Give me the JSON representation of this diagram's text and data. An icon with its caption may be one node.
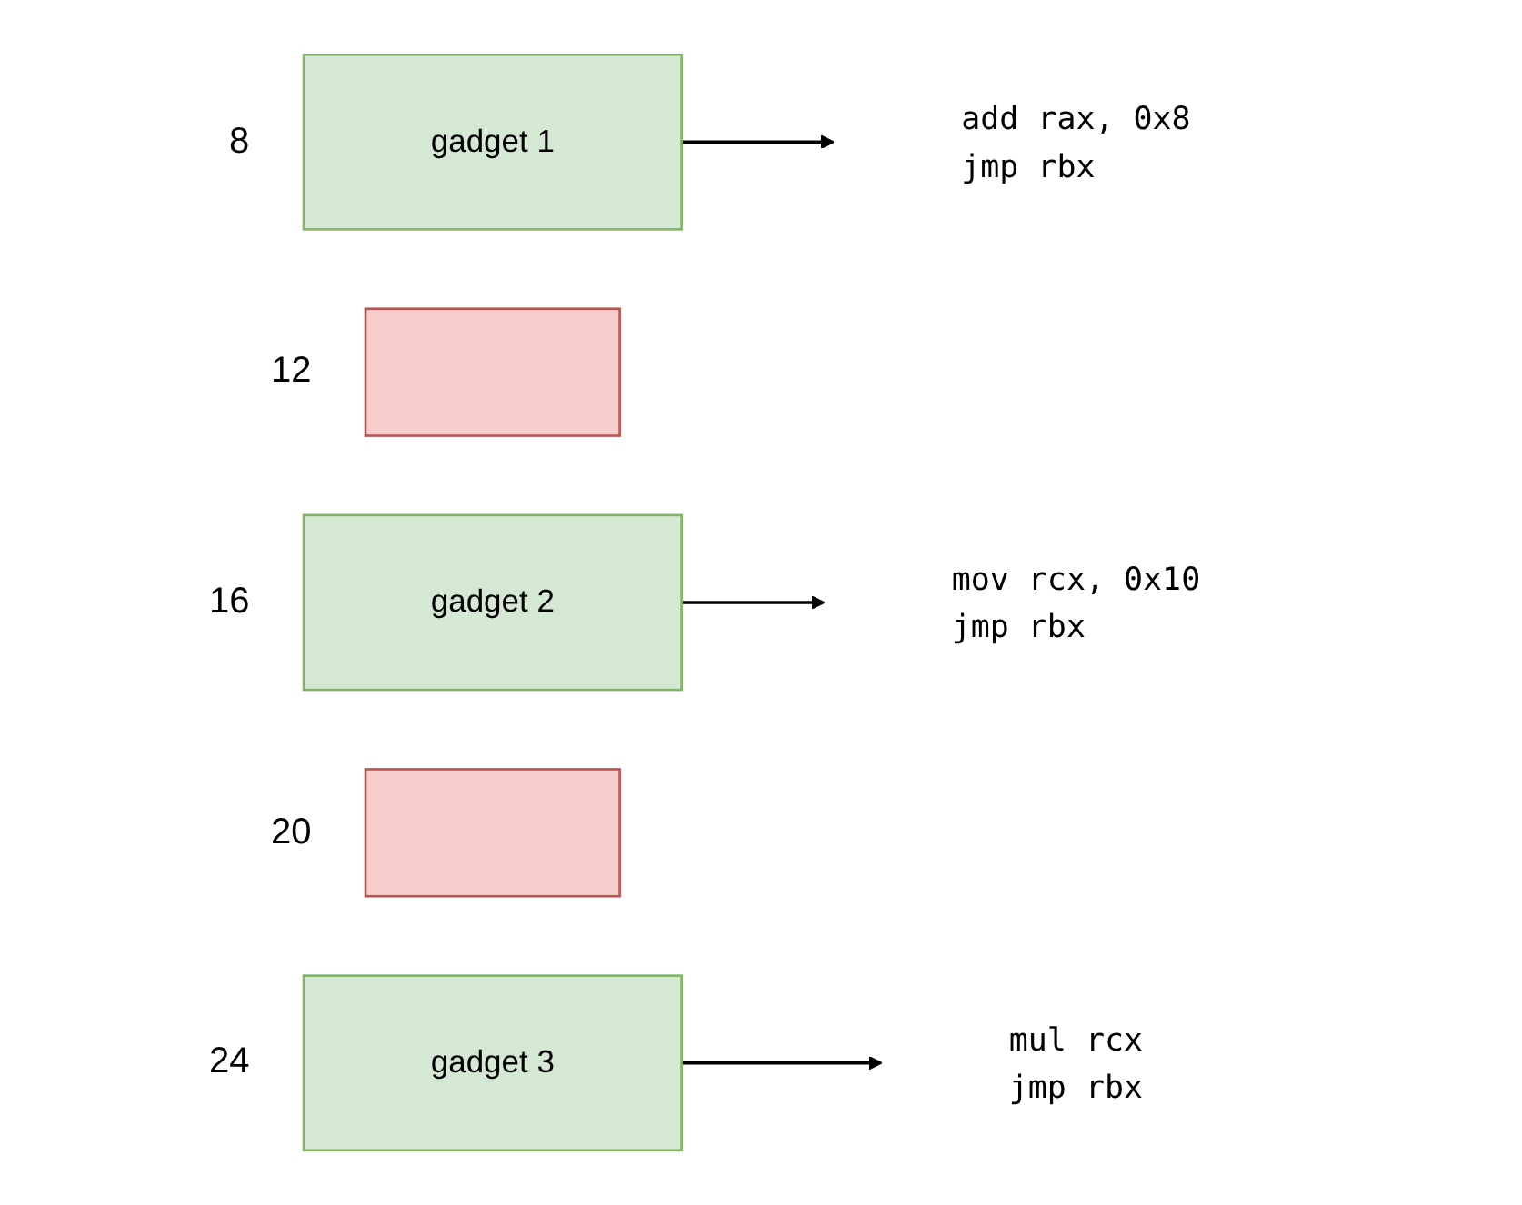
{
  "diagram": {
    "nodes": [
      {
        "text": [
          "gadget 1"
        ],
        "beside": [
          "8"
        ]
      },
      {
        "text": [],
        "shape": "box",
        "beside": [
          "12"
        ]
      },
      {
        "text": [
          "gadget 2"
        ],
        "beside": [
          "16"
        ]
      },
      {
        "text": [],
        "shape": "box",
        "beside": [
          "20"
        ]
      },
      {
        "text": [
          "gadget 3"
        ],
        "beside": [
          "24"
        ]
      },
      {
        "text": [
          "add rax, 0x8",
          "jmp rbx"
        ]
      },
      {
        "text": [
          "mov rcx, 0x10",
          "jmp rbx"
        ]
      },
      {
        "text": [
          "mul rcx",
          "jmp rbx"
        ]
      }
    ],
    "edges": [
      {
        "from": 0,
        "to": 5,
        "arrow": "to"
      },
      {
        "from": 2,
        "to": 6,
        "arrow": "to"
      },
      {
        "from": 4,
        "to": 7,
        "arrow": "to"
      }
    ]
  }
}
